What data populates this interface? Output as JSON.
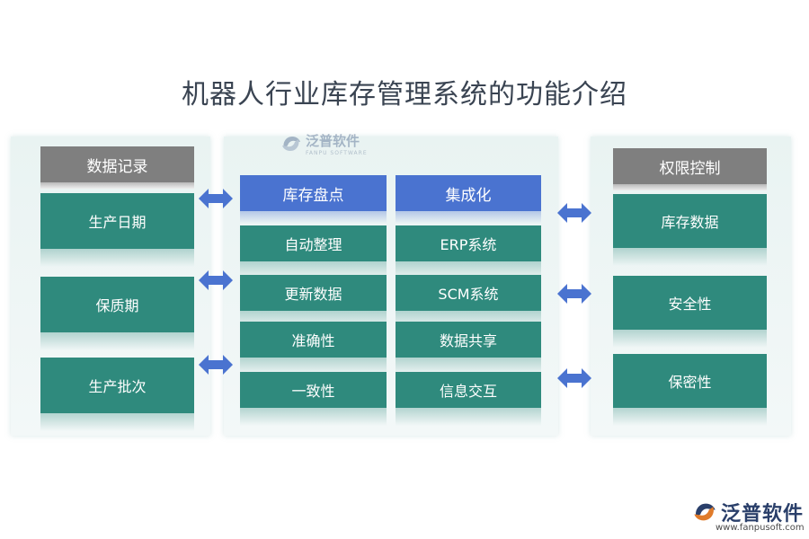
{
  "title": "机器人行业库存管理系统的功能介绍",
  "left": {
    "header": "数据记录",
    "items": [
      "生产日期",
      "保质期",
      "生产批次"
    ]
  },
  "center": {
    "col1": {
      "header": "库存盘点",
      "items": [
        "自动整理",
        "更新数据",
        "准确性",
        "一致性"
      ]
    },
    "col2": {
      "header": "集成化",
      "items": [
        "ERP系统",
        "SCM系统",
        "数据共享",
        "信息交互"
      ]
    }
  },
  "right": {
    "header": "权限控制",
    "items": [
      "库存数据",
      "安全性",
      "保密性"
    ]
  },
  "watermark": {
    "name": "泛普软件",
    "sub": "FANPU SOFTWARE"
  },
  "logo": {
    "name": "泛普软件",
    "url": "www.fanpusoft.com"
  },
  "colors": {
    "teal": "#2f8a7d",
    "blue": "#4a73d0",
    "gray": "#7f7f7f",
    "arrow": "#4a73d0"
  }
}
